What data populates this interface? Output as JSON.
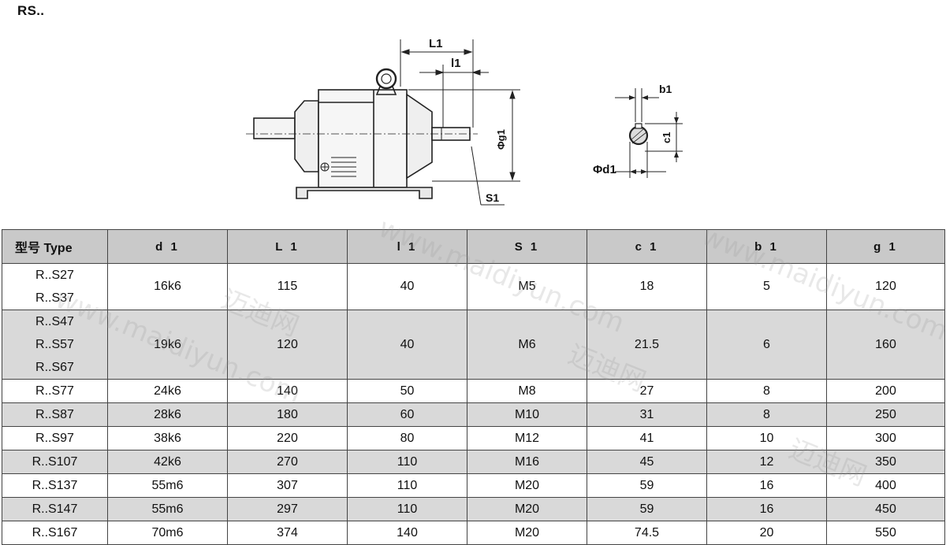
{
  "page_label": "RS..",
  "drawing": {
    "side_view": {
      "L1": "L1",
      "l1": "l1",
      "g1": "Φg1",
      "S1": "S1"
    },
    "shaft_section": {
      "b1": "b1",
      "c1": "c1",
      "d1": "Φd1"
    }
  },
  "table": {
    "headers": [
      "型号 Type",
      "d 1",
      "L 1",
      "l 1",
      "S 1",
      "c 1",
      "b 1",
      "g 1"
    ],
    "rows": [
      {
        "types": [
          "R..S27",
          "R..S37"
        ],
        "d1": "16k6",
        "L1": "115",
        "l1": "40",
        "S1": "M5",
        "c1": "18",
        "b1": "5",
        "g1": "120"
      },
      {
        "types": [
          "R..S47",
          "R..S57",
          "R..S67"
        ],
        "d1": "19k6",
        "L1": "120",
        "l1": "40",
        "S1": "M6",
        "c1": "21.5",
        "b1": "6",
        "g1": "160"
      },
      {
        "types": [
          "R..S77"
        ],
        "d1": "24k6",
        "L1": "140",
        "l1": "50",
        "S1": "M8",
        "c1": "27",
        "b1": "8",
        "g1": "200"
      },
      {
        "types": [
          "R..S87"
        ],
        "d1": "28k6",
        "L1": "180",
        "l1": "60",
        "S1": "M10",
        "c1": "31",
        "b1": "8",
        "g1": "250"
      },
      {
        "types": [
          "R..S97"
        ],
        "d1": "38k6",
        "L1": "220",
        "l1": "80",
        "S1": "M12",
        "c1": "41",
        "b1": "10",
        "g1": "300"
      },
      {
        "types": [
          "R..S107"
        ],
        "d1": "42k6",
        "L1": "270",
        "l1": "110",
        "S1": "M16",
        "c1": "45",
        "b1": "12",
        "g1": "350"
      },
      {
        "types": [
          "R..S137"
        ],
        "d1": "55m6",
        "L1": "307",
        "l1": "110",
        "S1": "M20",
        "c1": "59",
        "b1": "16",
        "g1": "400"
      },
      {
        "types": [
          "R..S147"
        ],
        "d1": "55m6",
        "L1": "297",
        "l1": "110",
        "S1": "M20",
        "c1": "59",
        "b1": "16",
        "g1": "450"
      },
      {
        "types": [
          "R..S167"
        ],
        "d1": "70m6",
        "L1": "374",
        "l1": "140",
        "S1": "M20",
        "c1": "74.5",
        "b1": "20",
        "g1": "550"
      }
    ]
  },
  "watermarks": [
    "www.maidiyun.com",
    "迈迪网",
    "www.maidiyun.com",
    "迈迪网",
    "www.maidiyun.com",
    "迈迪网"
  ]
}
